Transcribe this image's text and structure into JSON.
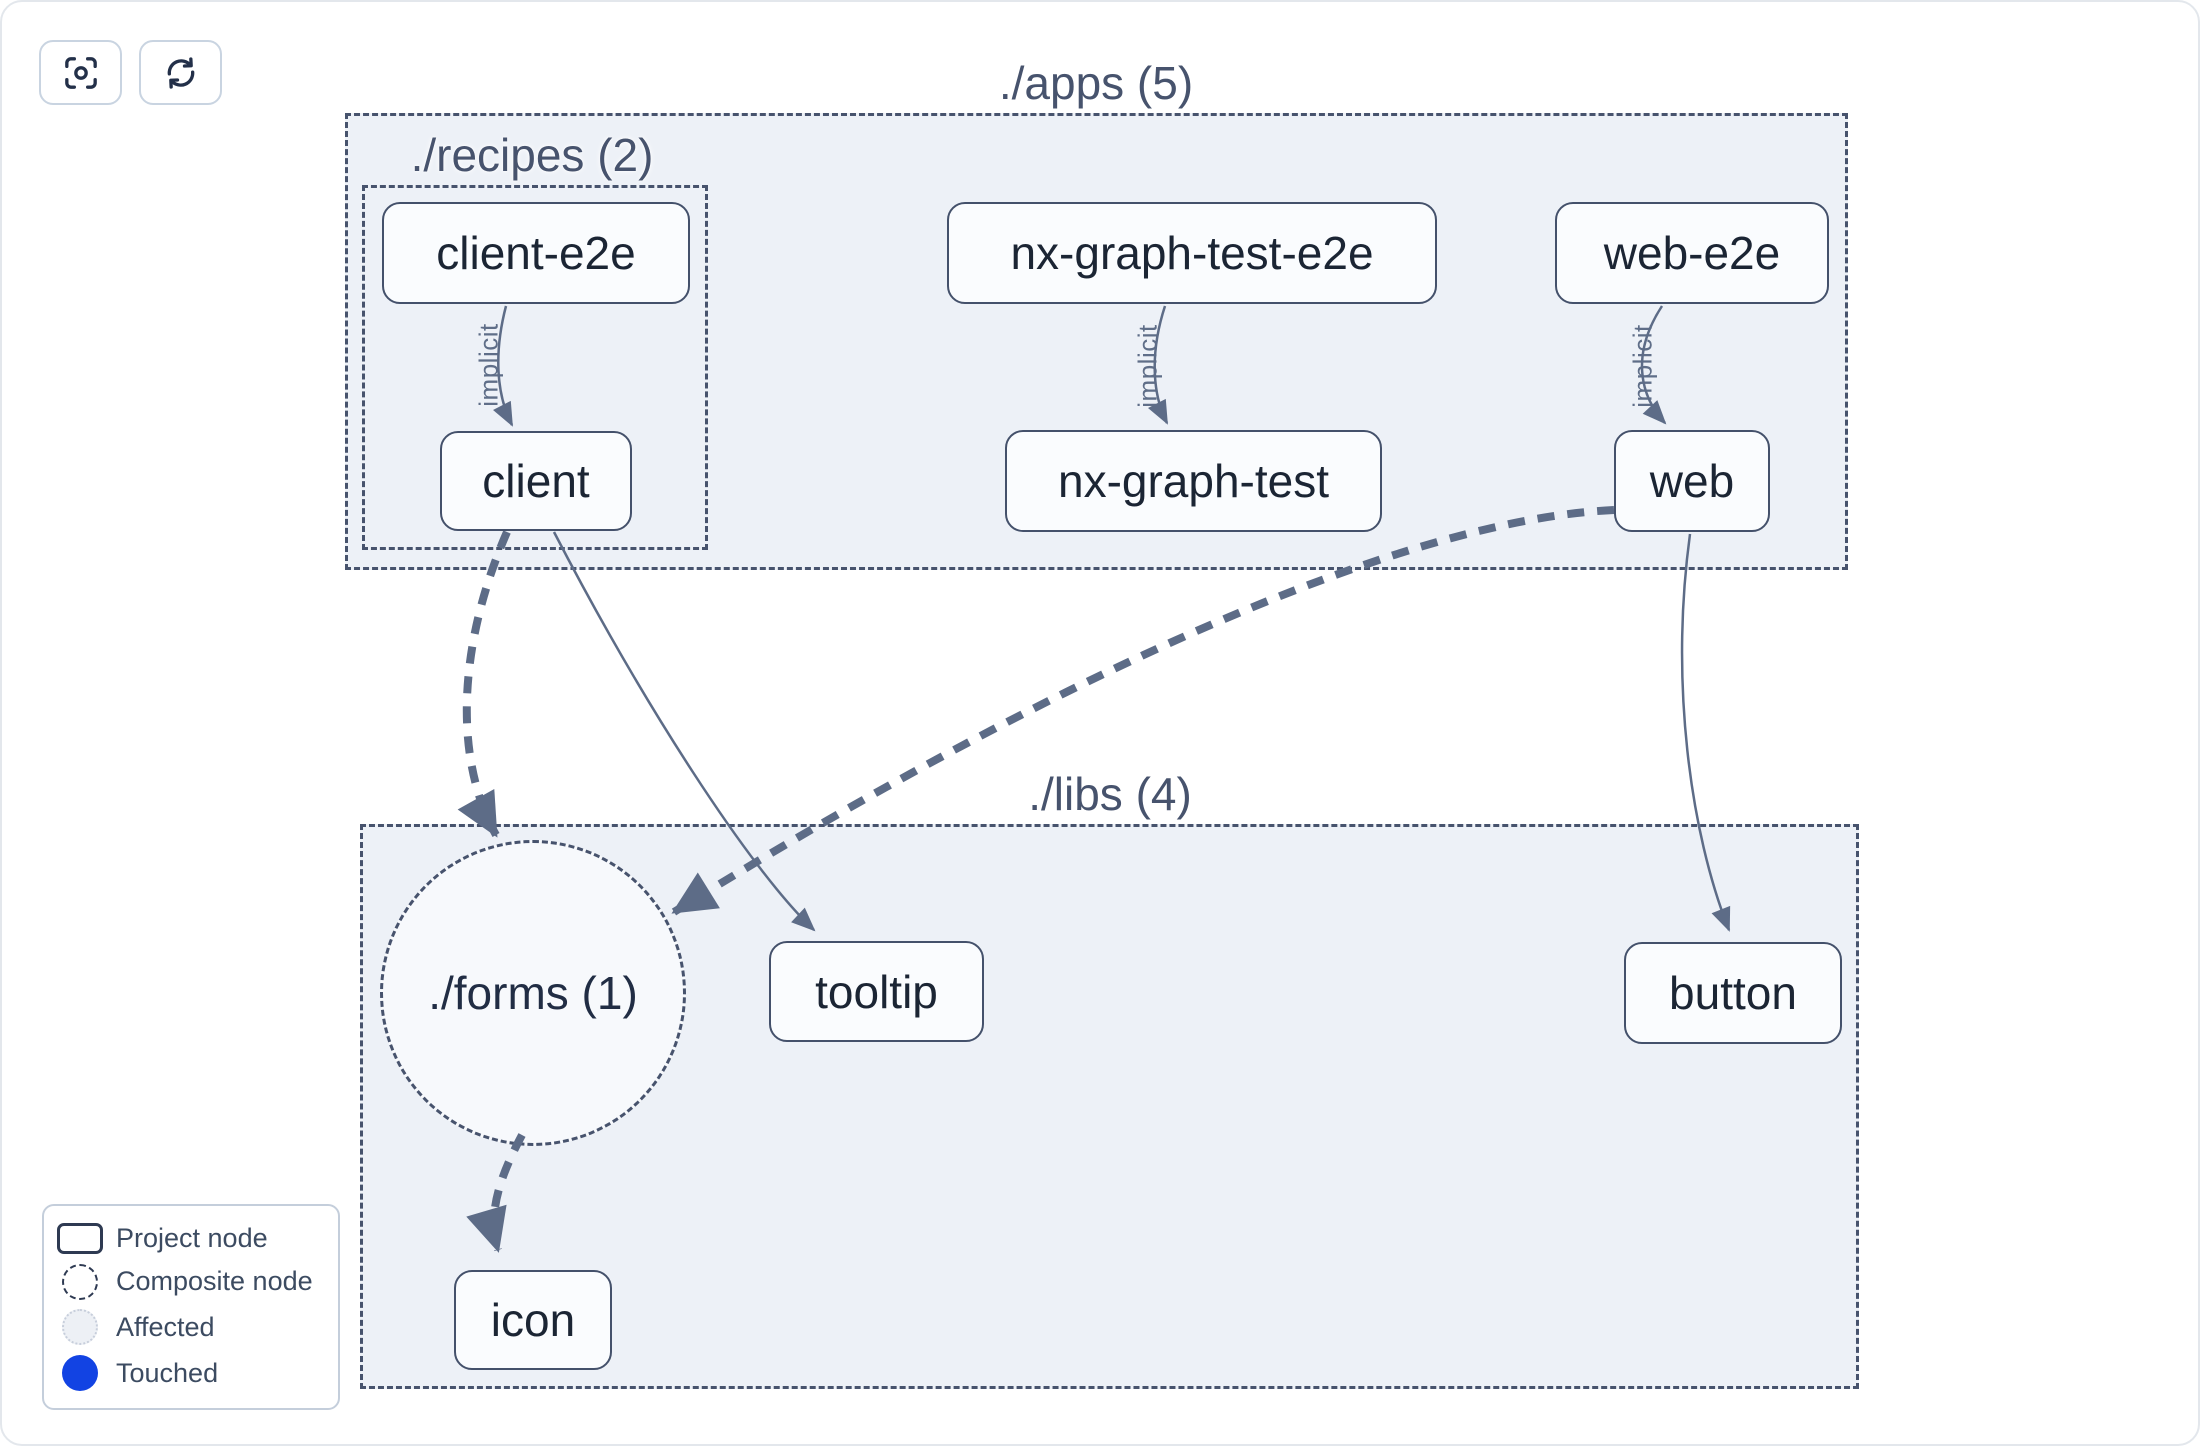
{
  "toolbar": {
    "buttons": [
      {
        "name": "focus",
        "icon": "focus-icon"
      },
      {
        "name": "refresh",
        "icon": "refresh-icon"
      }
    ]
  },
  "graph": {
    "groups": [
      {
        "id": "apps",
        "label": "./apps (5)"
      },
      {
        "id": "recipes",
        "label": "./recipes (2)"
      },
      {
        "id": "libs",
        "label": "./libs (4)"
      }
    ],
    "composite_nodes": [
      {
        "id": "forms",
        "label": "./forms (1)"
      }
    ],
    "nodes": [
      {
        "id": "client-e2e",
        "label": "client-e2e"
      },
      {
        "id": "nx-graph-test-e2e",
        "label": "nx-graph-test-e2e"
      },
      {
        "id": "web-e2e",
        "label": "web-e2e"
      },
      {
        "id": "client",
        "label": "client"
      },
      {
        "id": "nx-graph-test",
        "label": "nx-graph-test"
      },
      {
        "id": "web",
        "label": "web"
      },
      {
        "id": "tooltip",
        "label": "tooltip"
      },
      {
        "id": "button",
        "label": "button"
      },
      {
        "id": "icon",
        "label": "icon"
      }
    ],
    "edges": [
      {
        "source": "client-e2e",
        "target": "client",
        "label": "implicit",
        "type": "implicit-thin"
      },
      {
        "source": "nx-graph-test-e2e",
        "target": "nx-graph-test",
        "label": "implicit",
        "type": "implicit-thin"
      },
      {
        "source": "web-e2e",
        "target": "web",
        "label": "implicit",
        "type": "implicit-thin"
      },
      {
        "source": "client",
        "target": "forms",
        "label": "",
        "type": "thick-dashed"
      },
      {
        "source": "client",
        "target": "tooltip",
        "label": "",
        "type": "thin-solid"
      },
      {
        "source": "web",
        "target": "forms",
        "label": "",
        "type": "thick-dashed"
      },
      {
        "source": "web",
        "target": "button",
        "label": "",
        "type": "thin-solid"
      },
      {
        "source": "forms",
        "target": "icon",
        "label": "",
        "type": "thick-dashed"
      }
    ]
  },
  "legend": {
    "items": [
      {
        "icon": "project-node-icon",
        "label": "Project node"
      },
      {
        "icon": "composite-node-icon",
        "label": "Composite node"
      },
      {
        "icon": "affected-icon",
        "label": "Affected"
      },
      {
        "icon": "touched-icon",
        "label": "Touched"
      }
    ]
  },
  "colors": {
    "touched_blue": "#1243e3",
    "edge": "#5d6c87",
    "container_border": "#47536d",
    "container_fill": "#edf1f7",
    "node_border": "#44516b",
    "node_text": "#1b2534"
  }
}
